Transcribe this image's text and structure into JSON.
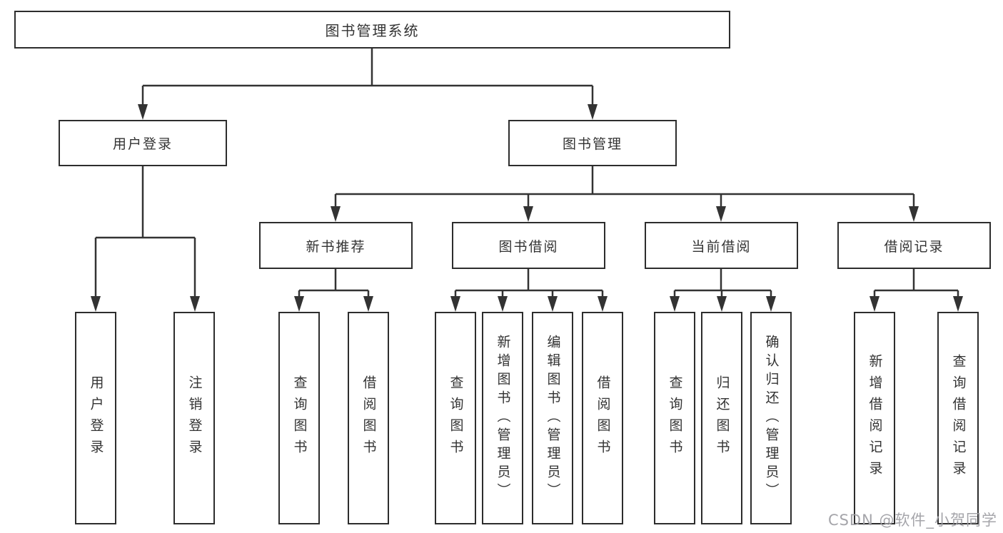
{
  "diagram": {
    "title": "图书管理系统",
    "branches": {
      "user_login": {
        "label": "用户登录",
        "children": [
          "用户登录",
          "注销登录"
        ]
      },
      "book_management": {
        "label": "图书管理",
        "modules": [
          {
            "label": "新书推荐",
            "children": [
              "查询图书",
              "借阅图书"
            ]
          },
          {
            "label": "图书借阅",
            "children": [
              "查询图书",
              "新增图书（管理员）",
              "编辑图书（管理员）",
              "借阅图书"
            ]
          },
          {
            "label": "当前借阅",
            "children": [
              "查询图书",
              "归还图书",
              "确认归还（管理员）"
            ]
          },
          {
            "label": "借阅记录",
            "children": [
              "新增借阅记录",
              "查询借阅记录"
            ]
          }
        ]
      }
    }
  },
  "colors": {
    "box_border": "#2d2d2d",
    "connector_line": "#333333",
    "text": "#333333",
    "watermark": "#a0a0a5"
  },
  "watermark": "CSDN @软件_小贺同学"
}
